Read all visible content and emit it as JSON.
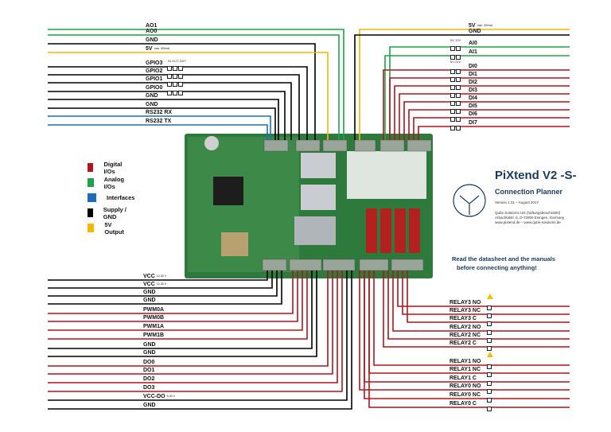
{
  "colors": {
    "digital": "#b2141d",
    "analog": "#1aa34a",
    "interface": "#1f6db8",
    "supply": "#000000",
    "v5": "#f2b705"
  },
  "left_top": [
    {
      "text": "AO1",
      "color": "analog"
    },
    {
      "text": "AO0",
      "color": "analog"
    },
    {
      "text": "GND",
      "color": "supply"
    },
    {
      "text": "5V",
      "sub": "max. 500mA",
      "color": "v5"
    },
    {
      "text": "GPIO3",
      "color": "supply",
      "boxes": 3
    },
    {
      "text": "GPIO2",
      "color": "supply",
      "boxes": 3
    },
    {
      "text": "GPIO1",
      "color": "supply",
      "boxes": 3
    },
    {
      "text": "GPIO0",
      "color": "supply",
      "boxes": 3
    },
    {
      "text": "GND",
      "color": "supply"
    },
    {
      "text": "GND",
      "color": "supply"
    },
    {
      "text": "RS232 RX",
      "color": "interface"
    },
    {
      "text": "RS232 TX",
      "color": "interface"
    }
  ],
  "gpio_header": "IN  OUT DHT",
  "right_top": [
    {
      "text": "5V",
      "sub": "max. 500mA",
      "color": "v5"
    },
    {
      "text": "GND",
      "color": "supply"
    },
    {
      "text": "AI0",
      "color": "analog",
      "boxes": 2
    },
    {
      "text": "AI1",
      "color": "analog",
      "boxes": 2
    },
    {
      "text": "DI0",
      "color": "digital",
      "boxes": 2
    },
    {
      "text": "DI1",
      "color": "digital",
      "boxes": 2
    },
    {
      "text": "DI2",
      "color": "digital",
      "boxes": 2
    },
    {
      "text": "DI3",
      "color": "digital",
      "boxes": 2
    },
    {
      "text": "DI4",
      "color": "digital",
      "boxes": 2
    },
    {
      "text": "DI5",
      "color": "digital",
      "boxes": 2
    },
    {
      "text": "DI6",
      "color": "digital",
      "boxes": 2
    },
    {
      "text": "DI7",
      "color": "digital",
      "boxes": 2
    }
  ],
  "ai_header": "5V  10V",
  "di_header": "5V  24V",
  "left_bottom": [
    {
      "text": "VCC",
      "sub": "12-30 V",
      "color": "supply"
    },
    {
      "text": "VCC",
      "sub": "12-30 V",
      "color": "supply"
    },
    {
      "text": "GND",
      "color": "supply"
    },
    {
      "text": "GND",
      "color": "supply"
    },
    {
      "text": "PWM0A",
      "color": "digital"
    },
    {
      "text": "PWM0B",
      "color": "digital"
    },
    {
      "text": "PWM1A",
      "color": "digital"
    },
    {
      "text": "PWM1B",
      "color": "digital"
    },
    {
      "text": "GND",
      "color": "supply"
    },
    {
      "text": "GND",
      "color": "supply"
    },
    {
      "text": "DO0",
      "color": "digital"
    },
    {
      "text": "DO1",
      "color": "digital"
    },
    {
      "text": "DO2",
      "color": "digital"
    },
    {
      "text": "DO3",
      "color": "digital"
    },
    {
      "text": "VCC-DO",
      "sub": "5-30 V",
      "color": "supply"
    },
    {
      "text": "GND",
      "color": "supply"
    }
  ],
  "right_bottom": [
    {
      "text": "RELAY3 NO",
      "color": "digital"
    },
    {
      "text": "RELAY3 NC",
      "color": "digital"
    },
    {
      "text": "RELAY3 C",
      "color": "digital"
    },
    {
      "text": "RELAY2 NO",
      "color": "digital"
    },
    {
      "text": "RELAY2 NC",
      "color": "digital"
    },
    {
      "text": "RELAY2 C",
      "color": "digital"
    },
    {
      "text": "RELAY1 NO",
      "color": "digital"
    },
    {
      "text": "RELAY1 NC",
      "color": "digital"
    },
    {
      "text": "RELAY1 C",
      "color": "digital"
    },
    {
      "text": "RELAY0 NO",
      "color": "digital"
    },
    {
      "text": "RELAY0 NC",
      "color": "digital"
    },
    {
      "text": "RELAY0 C",
      "color": "digital"
    }
  ],
  "legend": [
    {
      "label": "Digital I/Os",
      "color": "digital"
    },
    {
      "label": "Analog I/Os",
      "color": "analog"
    },
    {
      "label": "Interfaces",
      "color": "interface"
    },
    {
      "label": "Supply / GND",
      "color": "supply"
    },
    {
      "label": "5V Output",
      "color": "v5"
    }
  ],
  "product": {
    "title": "PiXtend V2 -S-",
    "subtitle": "Connection Planner",
    "version": "Version 1.01 – August 2017",
    "company_line1": "Qube Solutions UG (haftungsbeschränkt)",
    "company_line2": "Arbachtalstr. 6, D-72800 Eningen, Germany",
    "company_line3": "www.pixtend.de – www.qube-solutions.de"
  },
  "warning_line1": "Read the datasheet and the manuals",
  "warning_line2": "before connecting anything!"
}
